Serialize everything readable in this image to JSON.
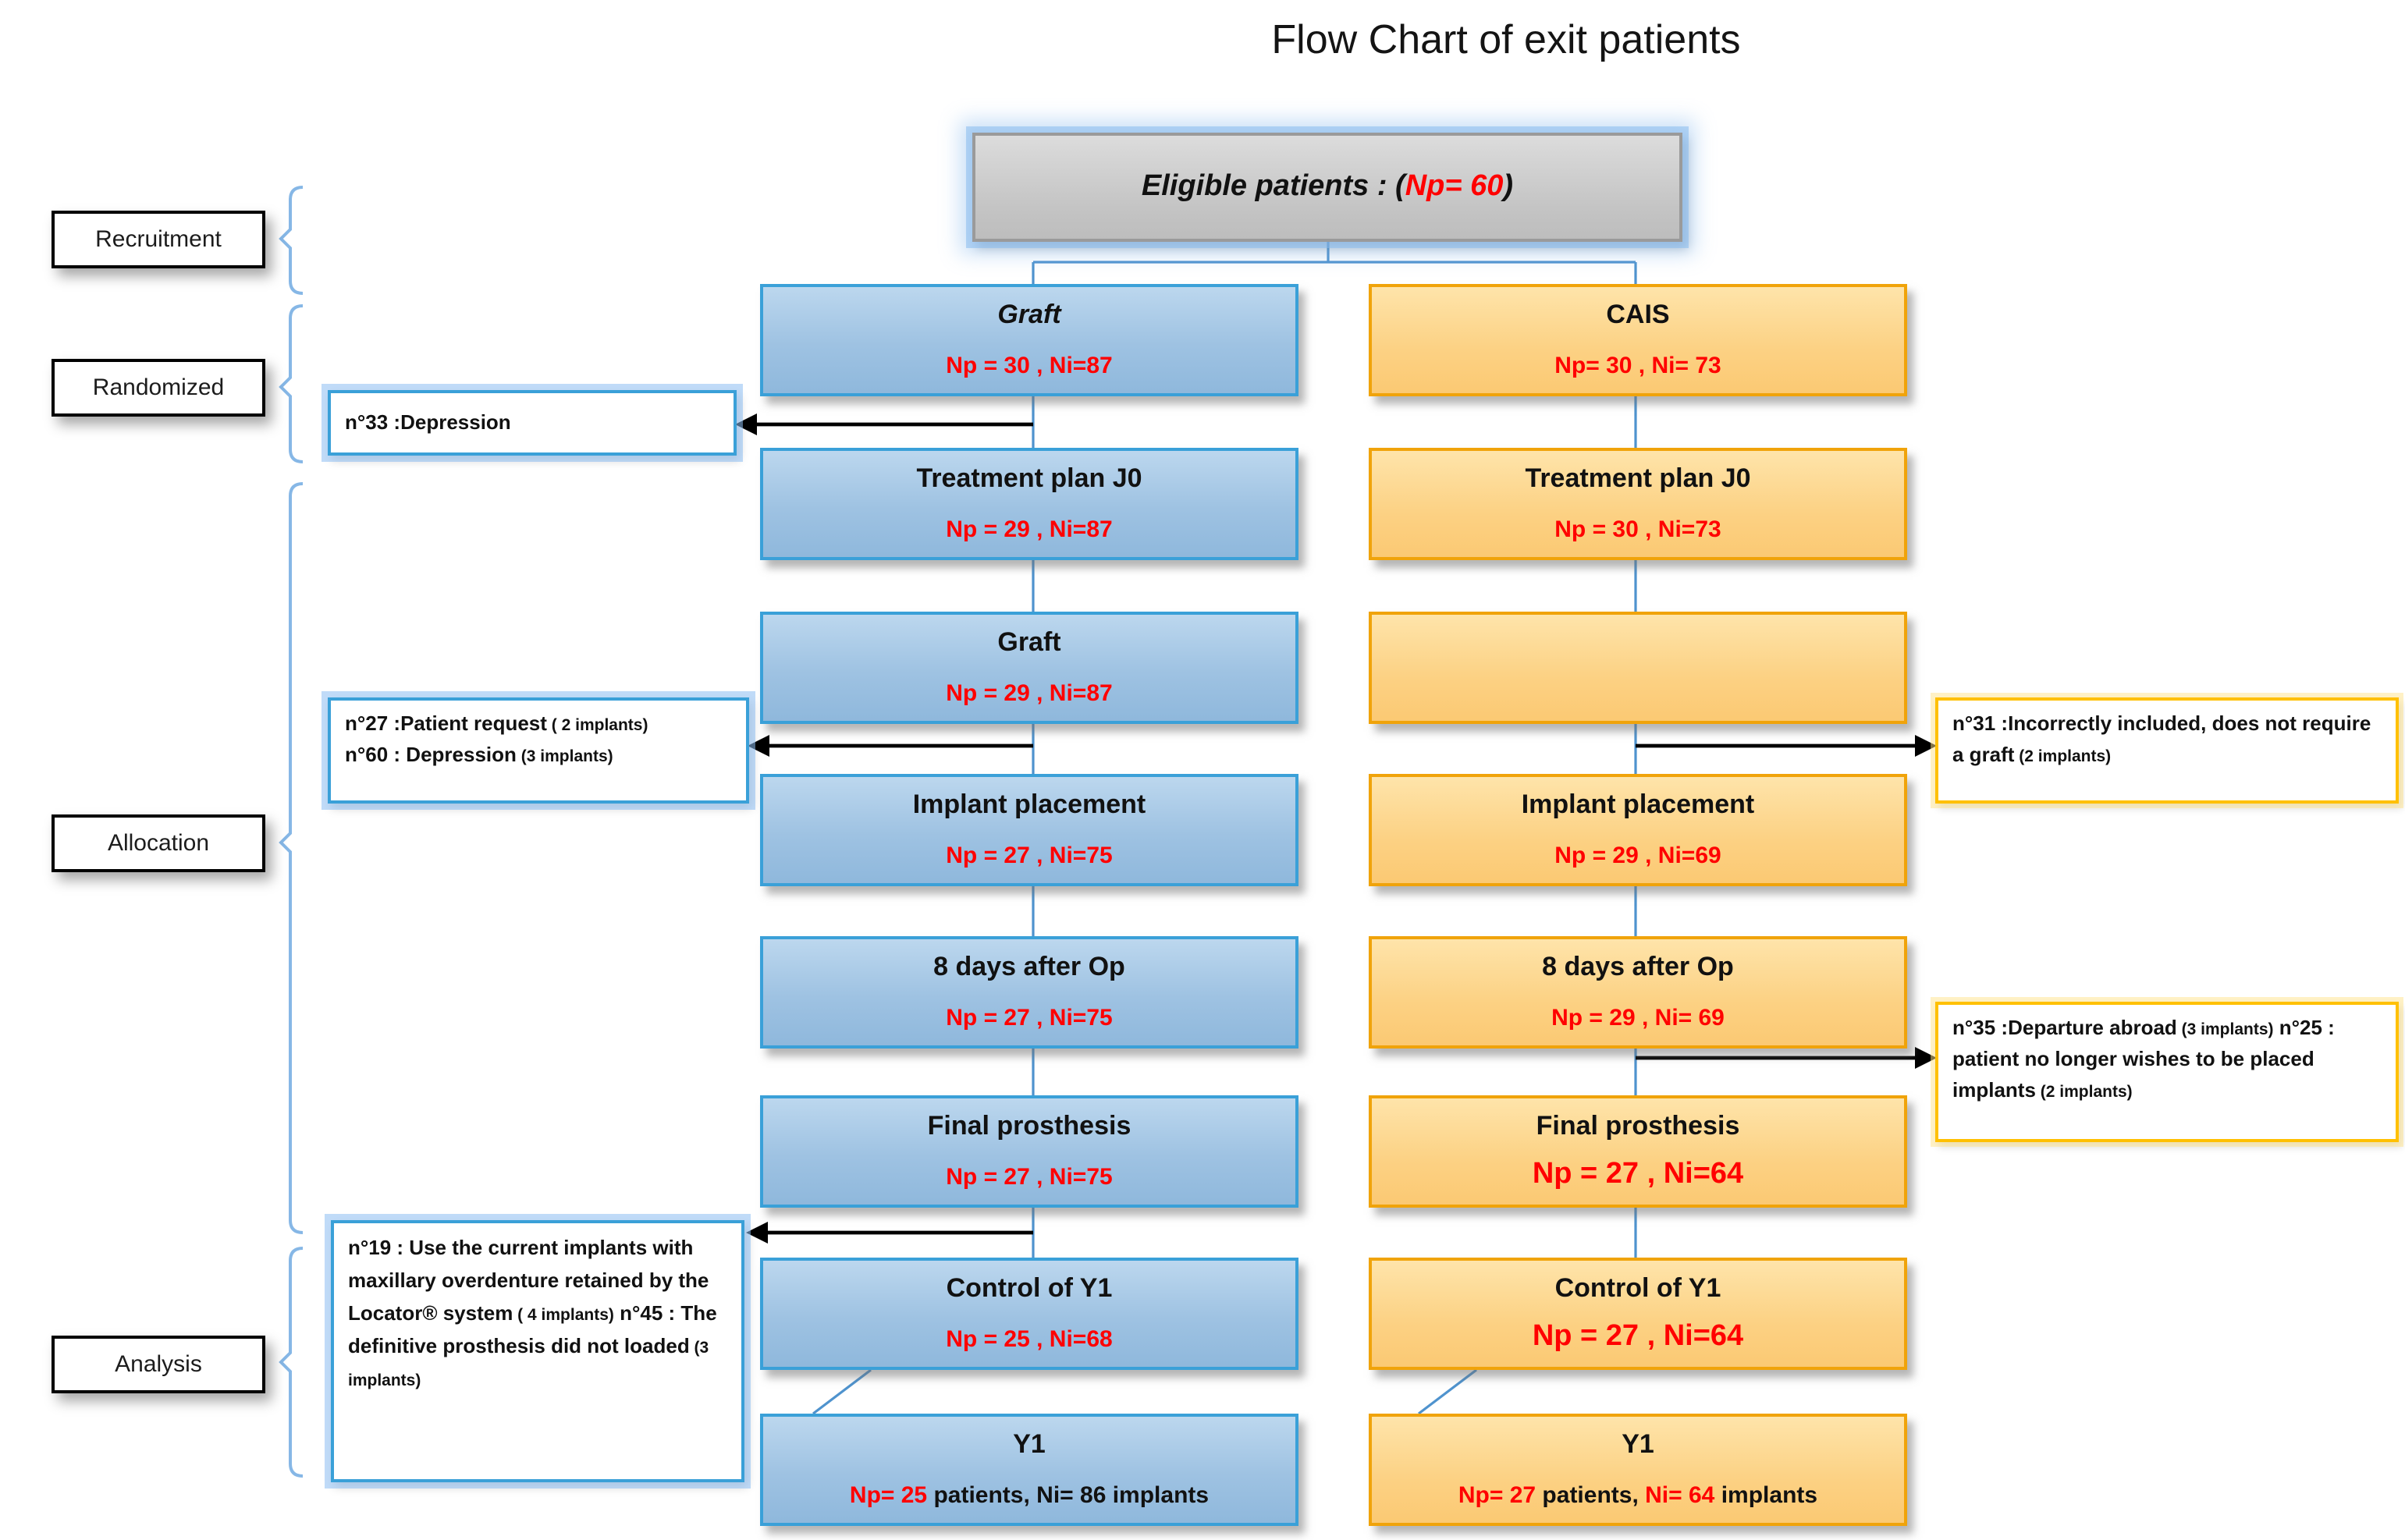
{
  "title": "Flow Chart of exit patients",
  "eligible": {
    "prefix": "Eligible patients : (",
    "value": "Np= 60",
    "suffix": ")"
  },
  "stage_labels": {
    "recruitment": "Recruitment",
    "randomized": "Randomized",
    "allocation": "Allocation",
    "analysis": "Analysis"
  },
  "graft_column": {
    "boxes": [
      {
        "title": "Graft",
        "stats": "Np = 30 , Ni=87"
      },
      {
        "title": "Treatment plan J0",
        "stats": "Np = 29 , Ni=87"
      },
      {
        "title": "Graft",
        "stats": "Np = 29 , Ni=87"
      },
      {
        "title": "Implant placement",
        "stats": "Np = 27 , Ni=75"
      },
      {
        "title": "8 days after Op",
        "stats": "Np = 27 , Ni=75"
      },
      {
        "title": "Final prosthesis",
        "stats": "Np = 27 , Ni=75"
      },
      {
        "title": "Control of Y1",
        "stats": "Np = 25 , Ni=68"
      },
      {
        "title": "Y1",
        "stats_red": "Np= 25",
        "stats_black": " patients, Ni= 86 implants"
      }
    ]
  },
  "cais_column": {
    "boxes": [
      {
        "title": "CAIS",
        "stats": "Np= 30 , Ni= 73"
      },
      {
        "title": "Treatment plan J0",
        "stats": "Np = 30 , Ni=73"
      },
      {
        "title": "",
        "stats": ""
      },
      {
        "title": "Implant placement",
        "stats": "Np = 29 , Ni=69"
      },
      {
        "title": "8 days after Op",
        "stats": "Np = 29 , Ni= 69"
      },
      {
        "title": "Final prosthesis",
        "stats": "Np = 27 , Ni=64"
      },
      {
        "title": "Control of Y1",
        "stats": "Np = 27 , Ni=64"
      },
      {
        "title": "Y1",
        "stats_red1": "Np= 27",
        "stats_black1": " patients, ",
        "stats_red2": "Ni= 64",
        "stats_black2": " implants"
      }
    ]
  },
  "notes": {
    "n33": {
      "line1": "n°33 :Depression"
    },
    "n27": {
      "line1": "n°27 :Patient request",
      "line1_small": " ( 2 implants)",
      "line2": "n°60 :  Depression",
      "line2_small": " (3 implants)"
    },
    "n19": {
      "line1": "n°19 : Use the current implants with maxillary  overdenture retained by the Locator® system",
      "line1_small": " ( 4 implants)",
      "line2": "n°45 : The definitive  prosthesis did not loaded",
      "line2_small": " (3 implants)"
    },
    "n31": {
      "line1": "n°31 :Incorrectly included,  does not require a graft",
      "line1_small": " (2 implants)"
    },
    "n35": {
      "line1": "n°35 :Departure abroad",
      "line1_small": "  (3 implants)",
      "line2": "n°25 : patient no longer  wishes to be placed implants",
      "line2_small": " (2 implants)"
    }
  },
  "colors": {
    "graft_fill": "#9ec2e2",
    "graft_border": "#3aa0d8",
    "cais_fill": "#fcd183",
    "cais_border": "#f0a30a",
    "eligible_fill": "#c4c4c4",
    "stats_red": "#ff0000",
    "connector_blue": "#4f93ce",
    "bracket_blue": "#86b7e6",
    "arrow_black": "#000000"
  }
}
